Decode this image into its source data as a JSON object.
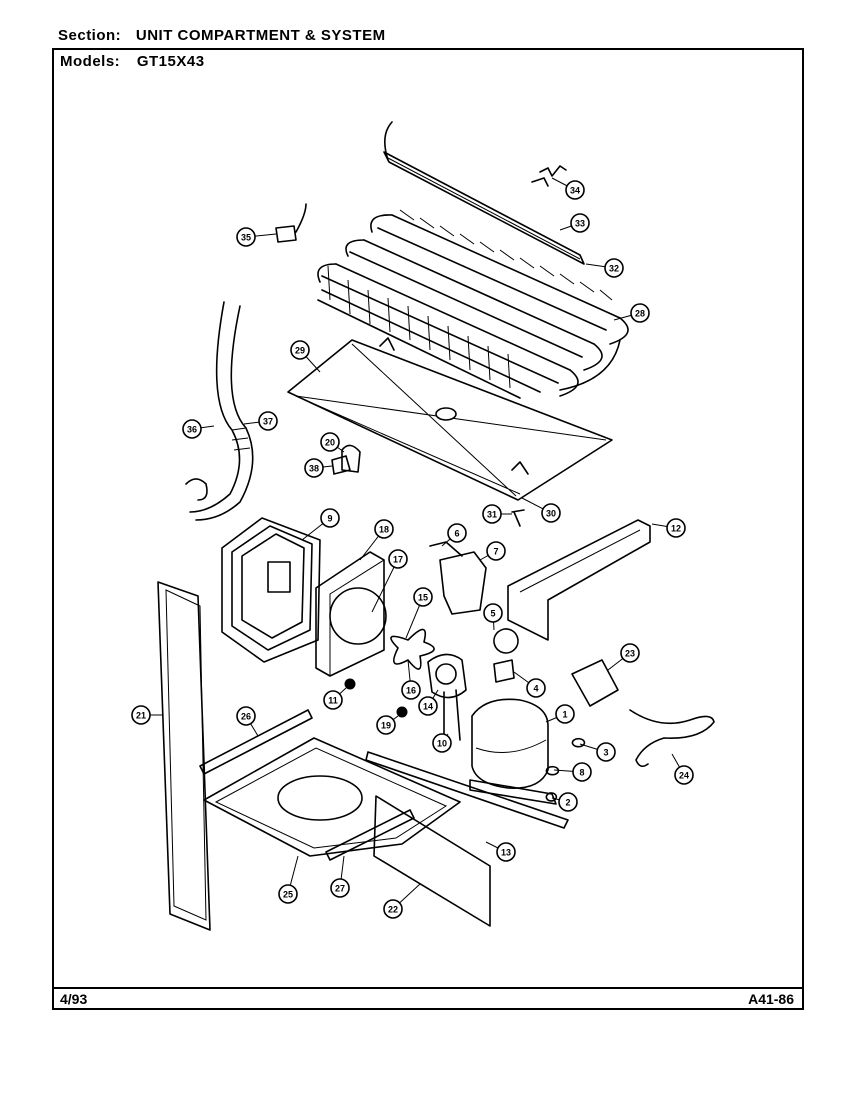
{
  "header": {
    "section_label": "Section:",
    "section_value": "UNIT COMPARTMENT & SYSTEM",
    "models_label": "Models:",
    "models_value": "GT15X43"
  },
  "footer": {
    "date_code": "4/93",
    "page_code": "A41-86"
  },
  "callouts": [
    {
      "id": "c34",
      "label": "34"
    },
    {
      "id": "c33",
      "label": "33"
    },
    {
      "id": "c32",
      "label": "32"
    },
    {
      "id": "c35",
      "label": "35"
    },
    {
      "id": "c28",
      "label": "28"
    },
    {
      "id": "c29",
      "label": "29"
    },
    {
      "id": "c36",
      "label": "36"
    },
    {
      "id": "c37",
      "label": "37"
    },
    {
      "id": "c20",
      "label": "20"
    },
    {
      "id": "c38",
      "label": "38"
    },
    {
      "id": "c31",
      "label": "31"
    },
    {
      "id": "c30",
      "label": "30"
    },
    {
      "id": "c9",
      "label": "9"
    },
    {
      "id": "c18",
      "label": "18"
    },
    {
      "id": "c17",
      "label": "17"
    },
    {
      "id": "c15",
      "label": "15"
    },
    {
      "id": "c6",
      "label": "6"
    },
    {
      "id": "c7",
      "label": "7"
    },
    {
      "id": "c12",
      "label": "12"
    },
    {
      "id": "c5",
      "label": "5"
    },
    {
      "id": "c23",
      "label": "23"
    },
    {
      "id": "c4",
      "label": "4"
    },
    {
      "id": "c1",
      "label": "1"
    },
    {
      "id": "c16",
      "label": "16"
    },
    {
      "id": "c11",
      "label": "11"
    },
    {
      "id": "c14",
      "label": "14"
    },
    {
      "id": "c19",
      "label": "19"
    },
    {
      "id": "c10",
      "label": "10"
    },
    {
      "id": "c3",
      "label": "3"
    },
    {
      "id": "c8",
      "label": "8"
    },
    {
      "id": "c2",
      "label": "2"
    },
    {
      "id": "c21",
      "label": "21"
    },
    {
      "id": "c26",
      "label": "26"
    },
    {
      "id": "c24",
      "label": "24"
    },
    {
      "id": "c13",
      "label": "13"
    },
    {
      "id": "c25",
      "label": "25"
    },
    {
      "id": "c27",
      "label": "27"
    },
    {
      "id": "c22",
      "label": "22"
    }
  ]
}
